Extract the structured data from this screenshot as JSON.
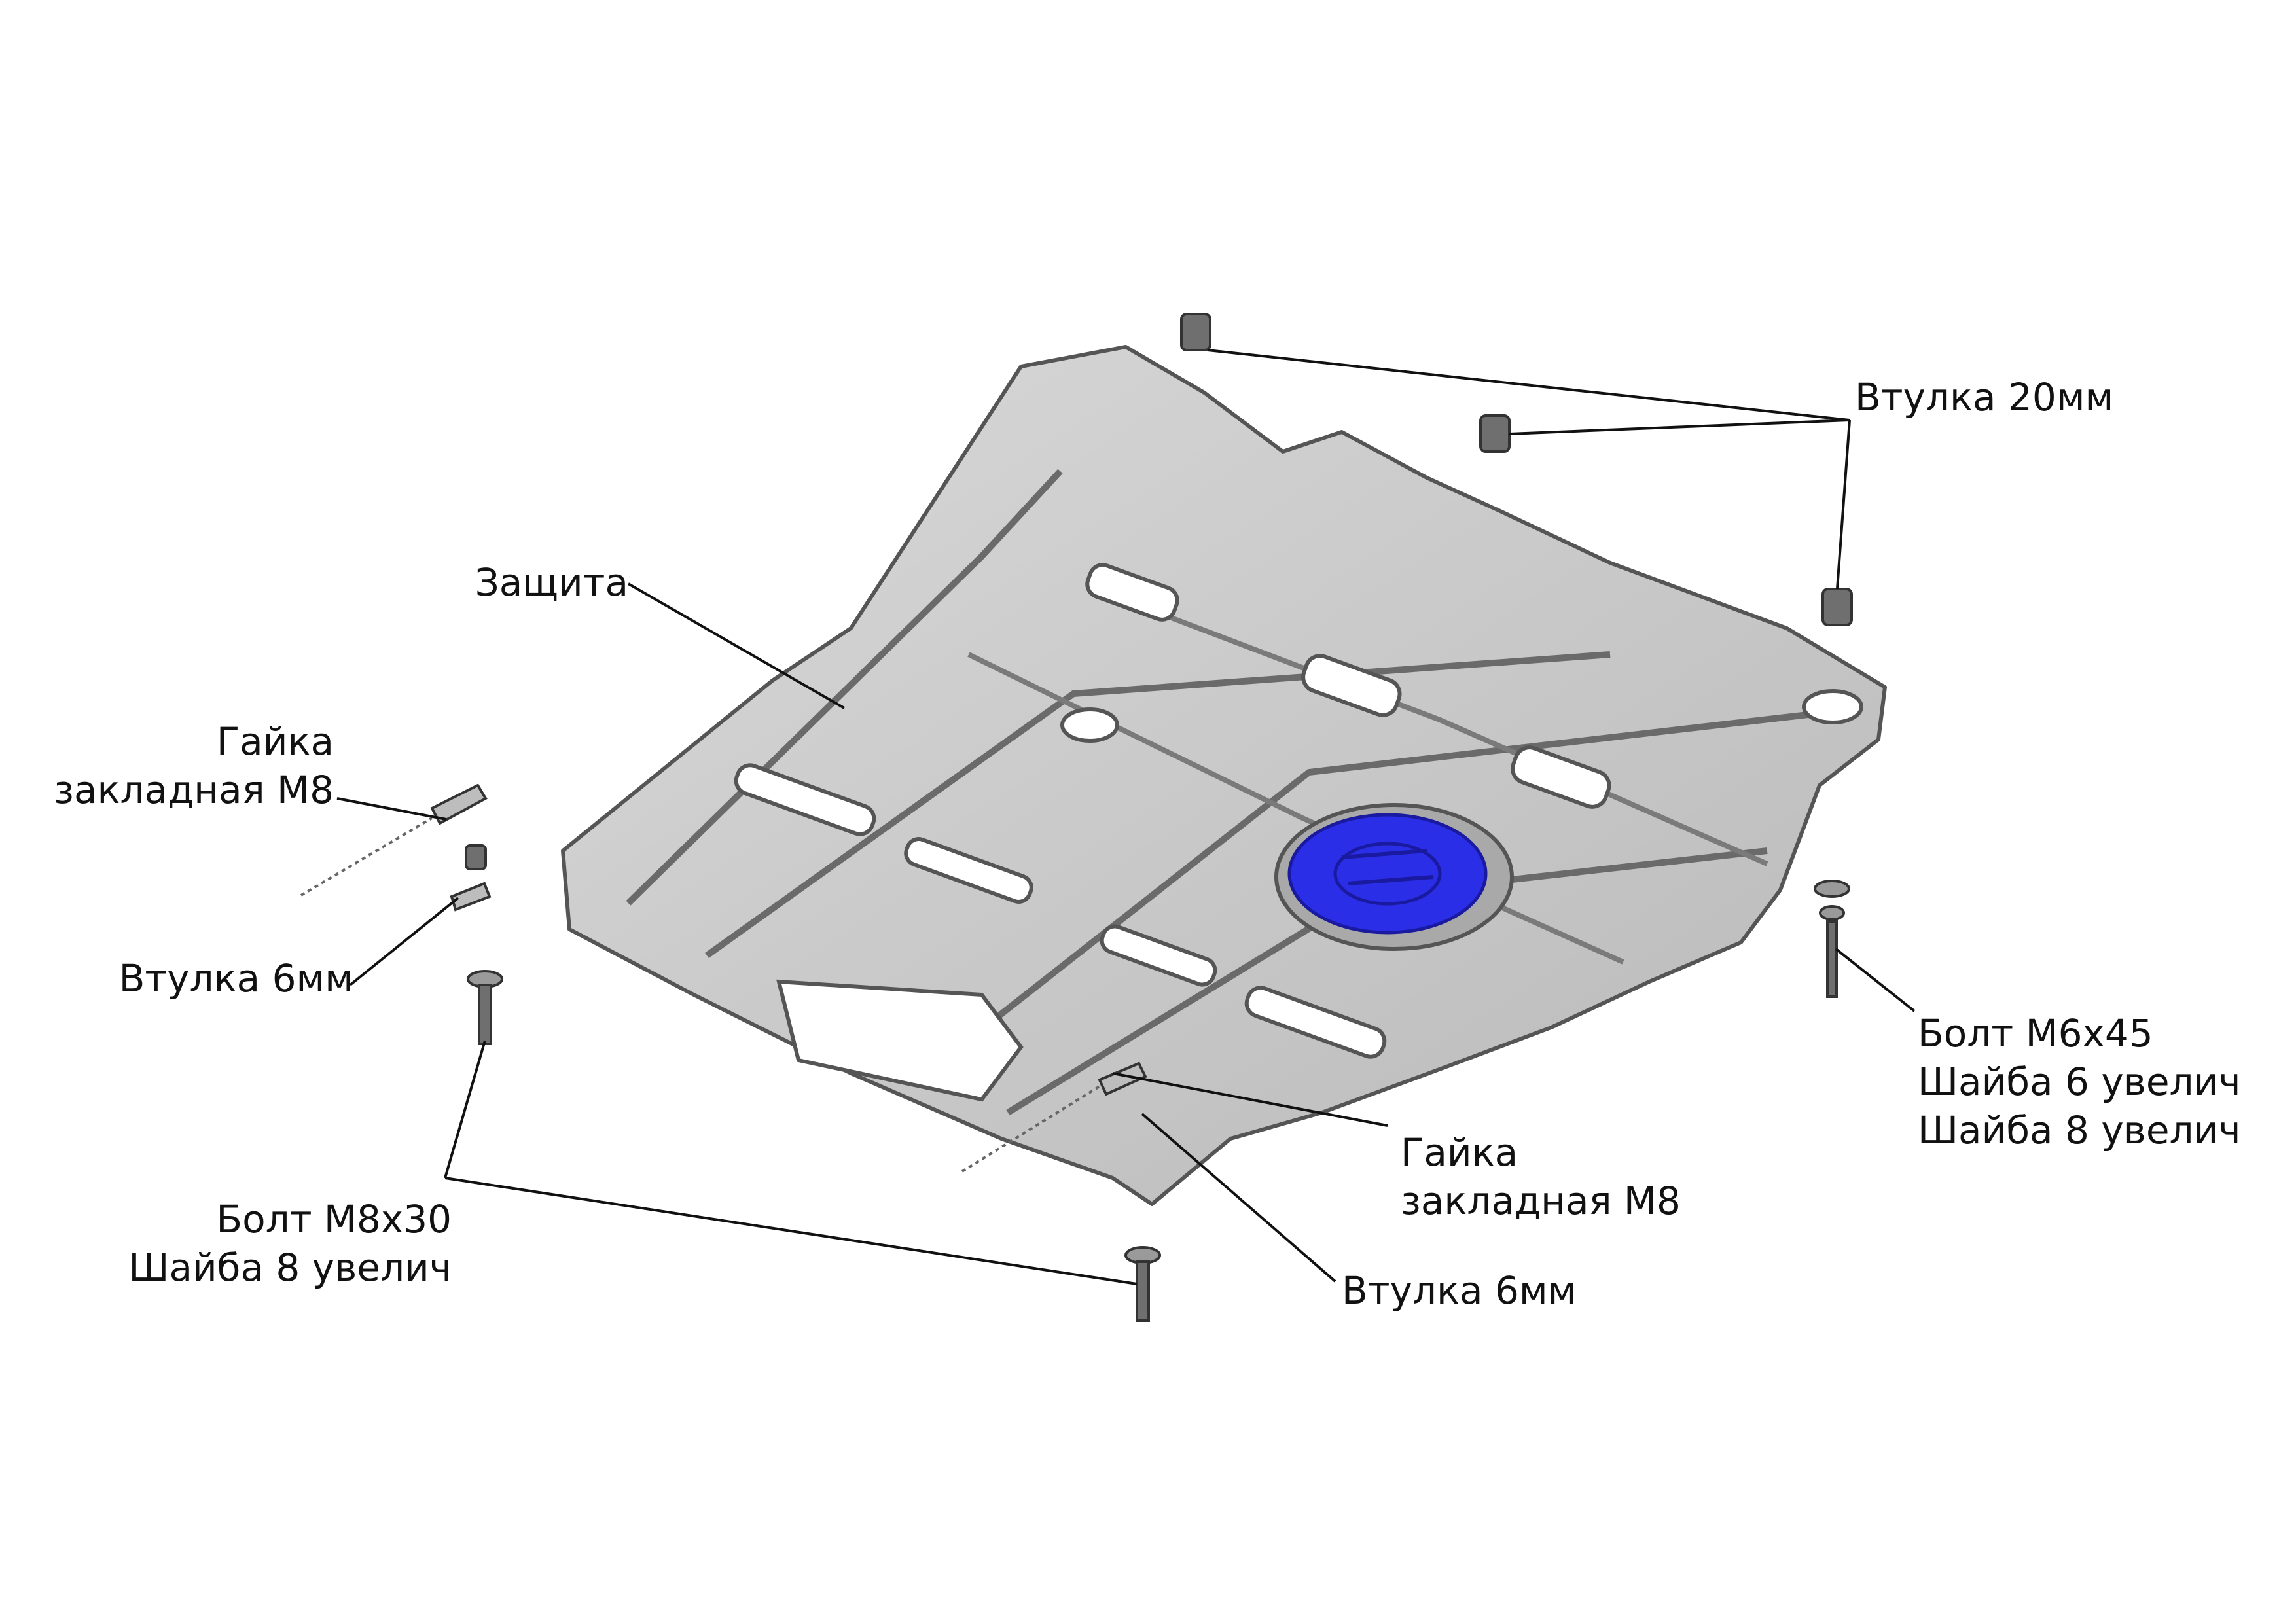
{
  "colors": {
    "plate_fill": "#c9c9c9",
    "plate_edge": "#555555",
    "highlight": "#2a2ee6",
    "text": "#111111",
    "leader": "#111111"
  },
  "labels": {
    "bushing_20": "Втулка 20мм",
    "shield": "Защита",
    "nut_left_line1": "Гайка",
    "nut_left_line2": "закладная М8",
    "bushing6_left": "Втулка 6мм",
    "bolt_m8_line1": "Болт М8х30",
    "bolt_m8_line2": "Шайба 8 увелич",
    "nut_center_line1": "Гайка",
    "nut_center_line2": "закладная М8",
    "bushing6_center": "Втулка 6мм",
    "bolt_m6_line1": "Болт М6х45",
    "bolt_m6_line2": "Шайба 6 увелич",
    "bolt_m6_line3": "Шайба 8 увелич"
  }
}
